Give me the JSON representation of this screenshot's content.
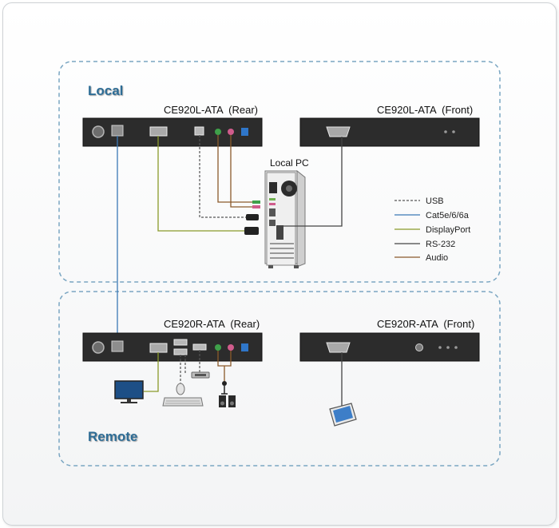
{
  "local": {
    "title": "Local",
    "rear_label": "CE920L-ATA  (Rear)",
    "front_label": "CE920L-ATA  (Front)",
    "pc_label": "Local PC"
  },
  "remote": {
    "title": "Remote",
    "rear_label": "CE920R-ATA  (Rear)",
    "front_label": "CE920R-ATA  (Front)"
  },
  "legend": [
    {
      "label": "USB",
      "color": "#555555",
      "style": "dashed"
    },
    {
      "label": "Cat5e/6/6a",
      "color": "#3b78b5",
      "style": "solid"
    },
    {
      "label": "DisplayPort",
      "color": "#8a9a2a",
      "style": "solid"
    },
    {
      "label": "RS-232",
      "color": "#444444",
      "style": "solid"
    },
    {
      "label": "Audio",
      "color": "#8b5a2b",
      "style": "solid"
    }
  ],
  "colors": {
    "region_border": "#7aa6c2",
    "section_title": "#2e6d96",
    "device_body": "#2c2c2c",
    "cat5": "#3b78b5",
    "displayport": "#8a9a2a",
    "rs232": "#444444",
    "usb": "#555555",
    "audio": "#8b5a2b",
    "audio_pink": "#d05c8c",
    "audio_green": "#3fa04a"
  }
}
